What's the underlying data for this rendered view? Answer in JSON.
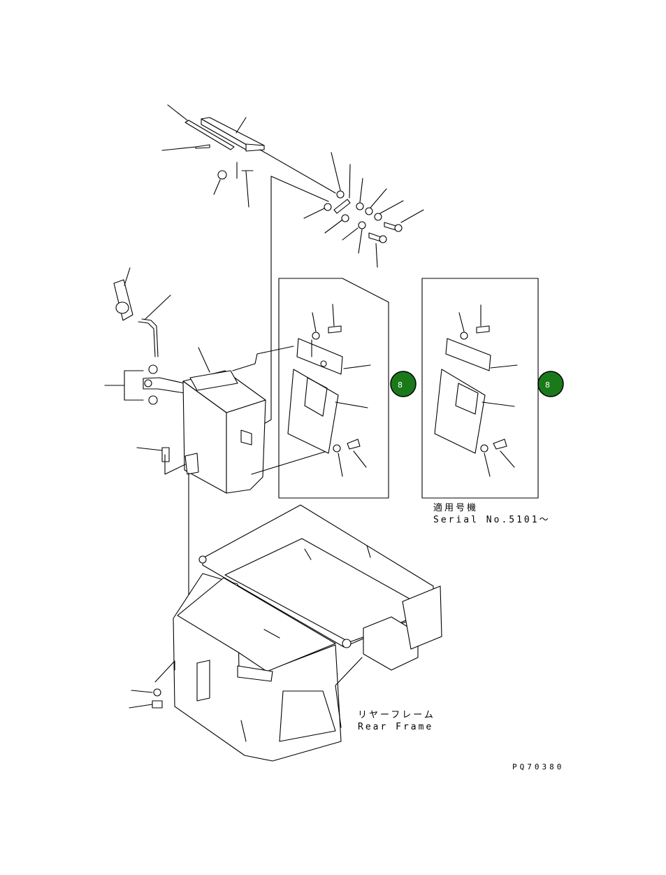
{
  "labels": {
    "applicable_models_jp": "適用号機",
    "serial_text": "Serial No.5101～",
    "rear_frame_jp": "リヤーフレーム",
    "rear_frame_en": "Rear Frame",
    "drawing_id": "PQ70380"
  },
  "callouts": [
    {
      "text": "8",
      "color": "#1a7a1a"
    },
    {
      "text": "8",
      "color": "#1a7a1a"
    }
  ]
}
